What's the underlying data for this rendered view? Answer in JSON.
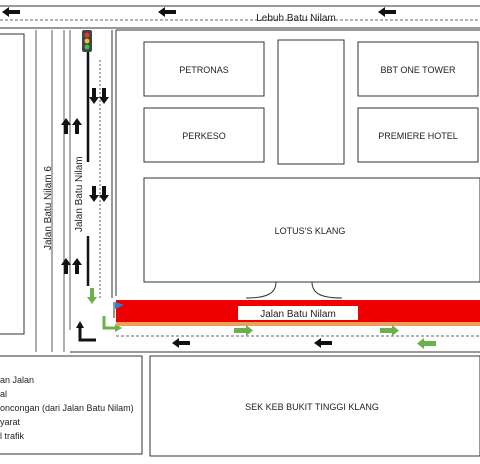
{
  "roads": {
    "top": "Lebuh Batu Nilam",
    "left_outer": "Jalan Batu Nilam 6",
    "left_inner": "Jalan Batu Nilam",
    "bottom": "Jalan Batu Nilam"
  },
  "buildings": {
    "petronas": "PETRONAS",
    "bbt_one_tower": "BBT ONE TOWER",
    "perkeso": "PERKESO",
    "premiere_hotel": "PREMIERE HOTEL",
    "lotus_klang": "LOTUS'S KLANG",
    "sek_keb": "SEK KEB BUKIT TINGGI KLANG"
  },
  "legend": {
    "item1": "an Jalan",
    "item2": "al",
    "item3": "oncongan (dari Jalan Batu Nilam)",
    "item4": "yarat",
    "item5": "l trafik"
  },
  "colors": {
    "closure": "#ee0000",
    "diversion": "#6ab04c",
    "arrow": "#111111",
    "orange_strip": "#e8a05a"
  }
}
